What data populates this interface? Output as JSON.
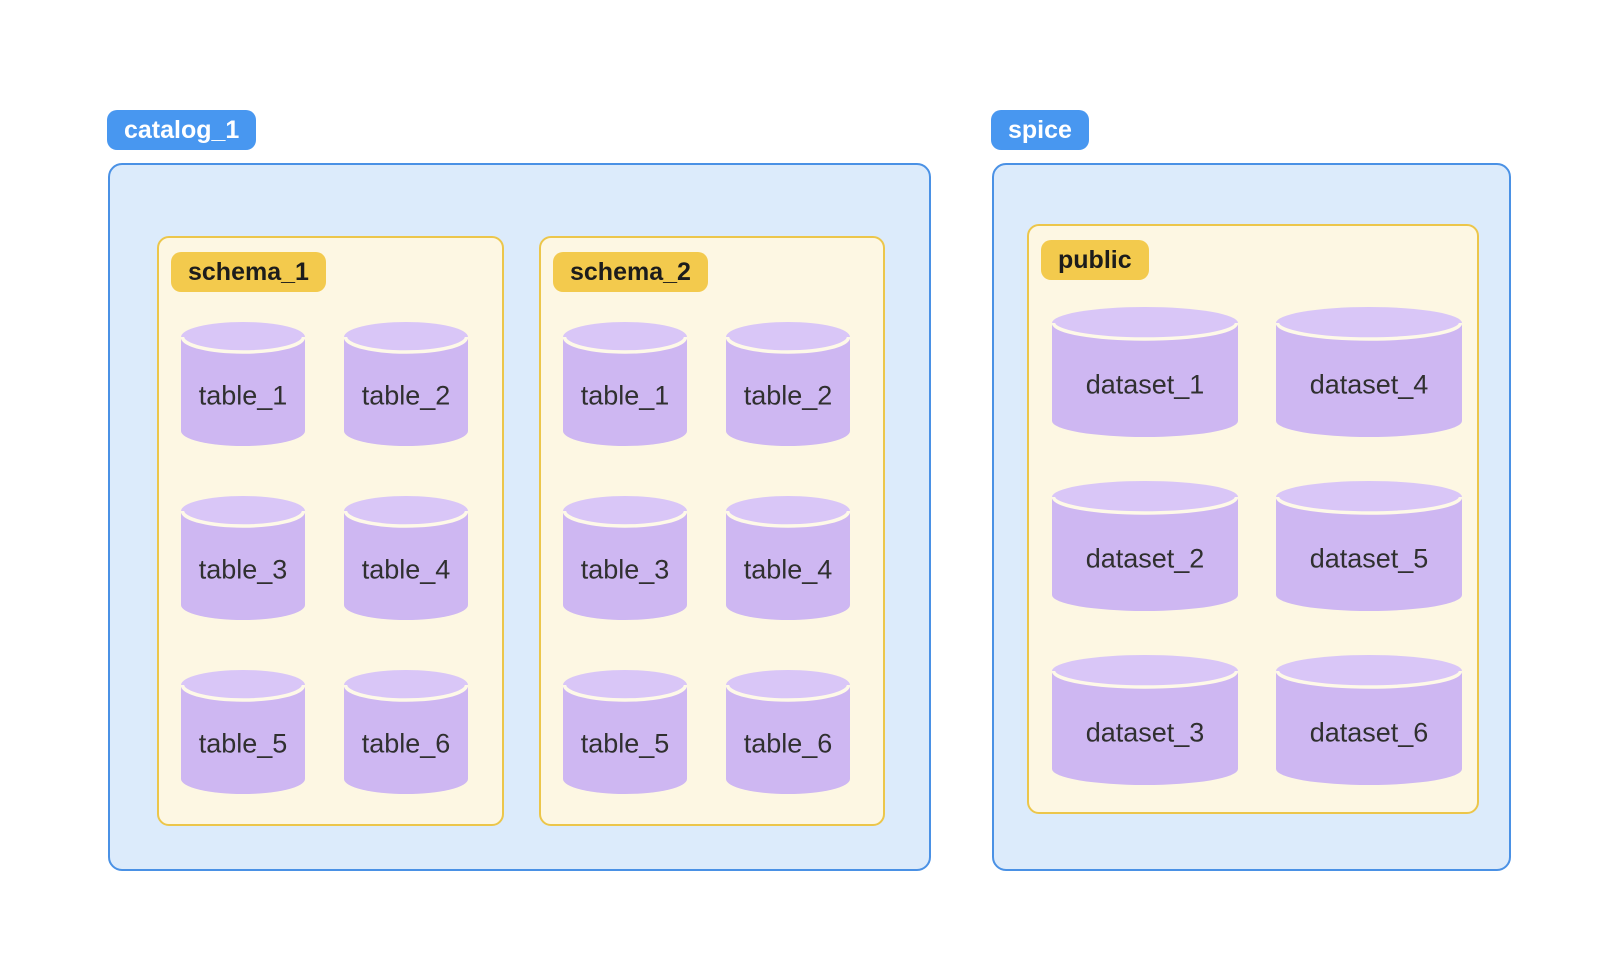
{
  "diagram": {
    "groups": [
      {
        "label": "catalog_1",
        "containers": [
          {
            "label": "schema_1",
            "items": [
              "table_1",
              "table_2",
              "table_3",
              "table_4",
              "table_5",
              "table_6"
            ]
          },
          {
            "label": "schema_2",
            "items": [
              "table_1",
              "table_2",
              "table_3",
              "table_4",
              "table_5",
              "table_6"
            ]
          }
        ]
      },
      {
        "label": "spice",
        "containers": [
          {
            "label": "public",
            "items": [
              "dataset_1",
              "dataset_2",
              "dataset_3",
              "dataset_4",
              "dataset_5",
              "dataset_6"
            ]
          }
        ]
      }
    ]
  },
  "colors": {
    "badge_blue_bg": "#4897f0",
    "badge_blue_text": "#ffffff",
    "box_blue_bg": "#dcebfb",
    "box_blue_border": "#4a91e5",
    "badge_yellow_bg": "#f3ca4d",
    "badge_yellow_text": "#1c1c1c",
    "box_cream_bg": "#fdf7e3",
    "box_cream_border": "#ecc64a",
    "cylinder_body": "#ceb7f2",
    "cylinder_top": "#d9c6f7",
    "cylinder_divider": "#fef9e8",
    "cylinder_text": "#303030"
  }
}
